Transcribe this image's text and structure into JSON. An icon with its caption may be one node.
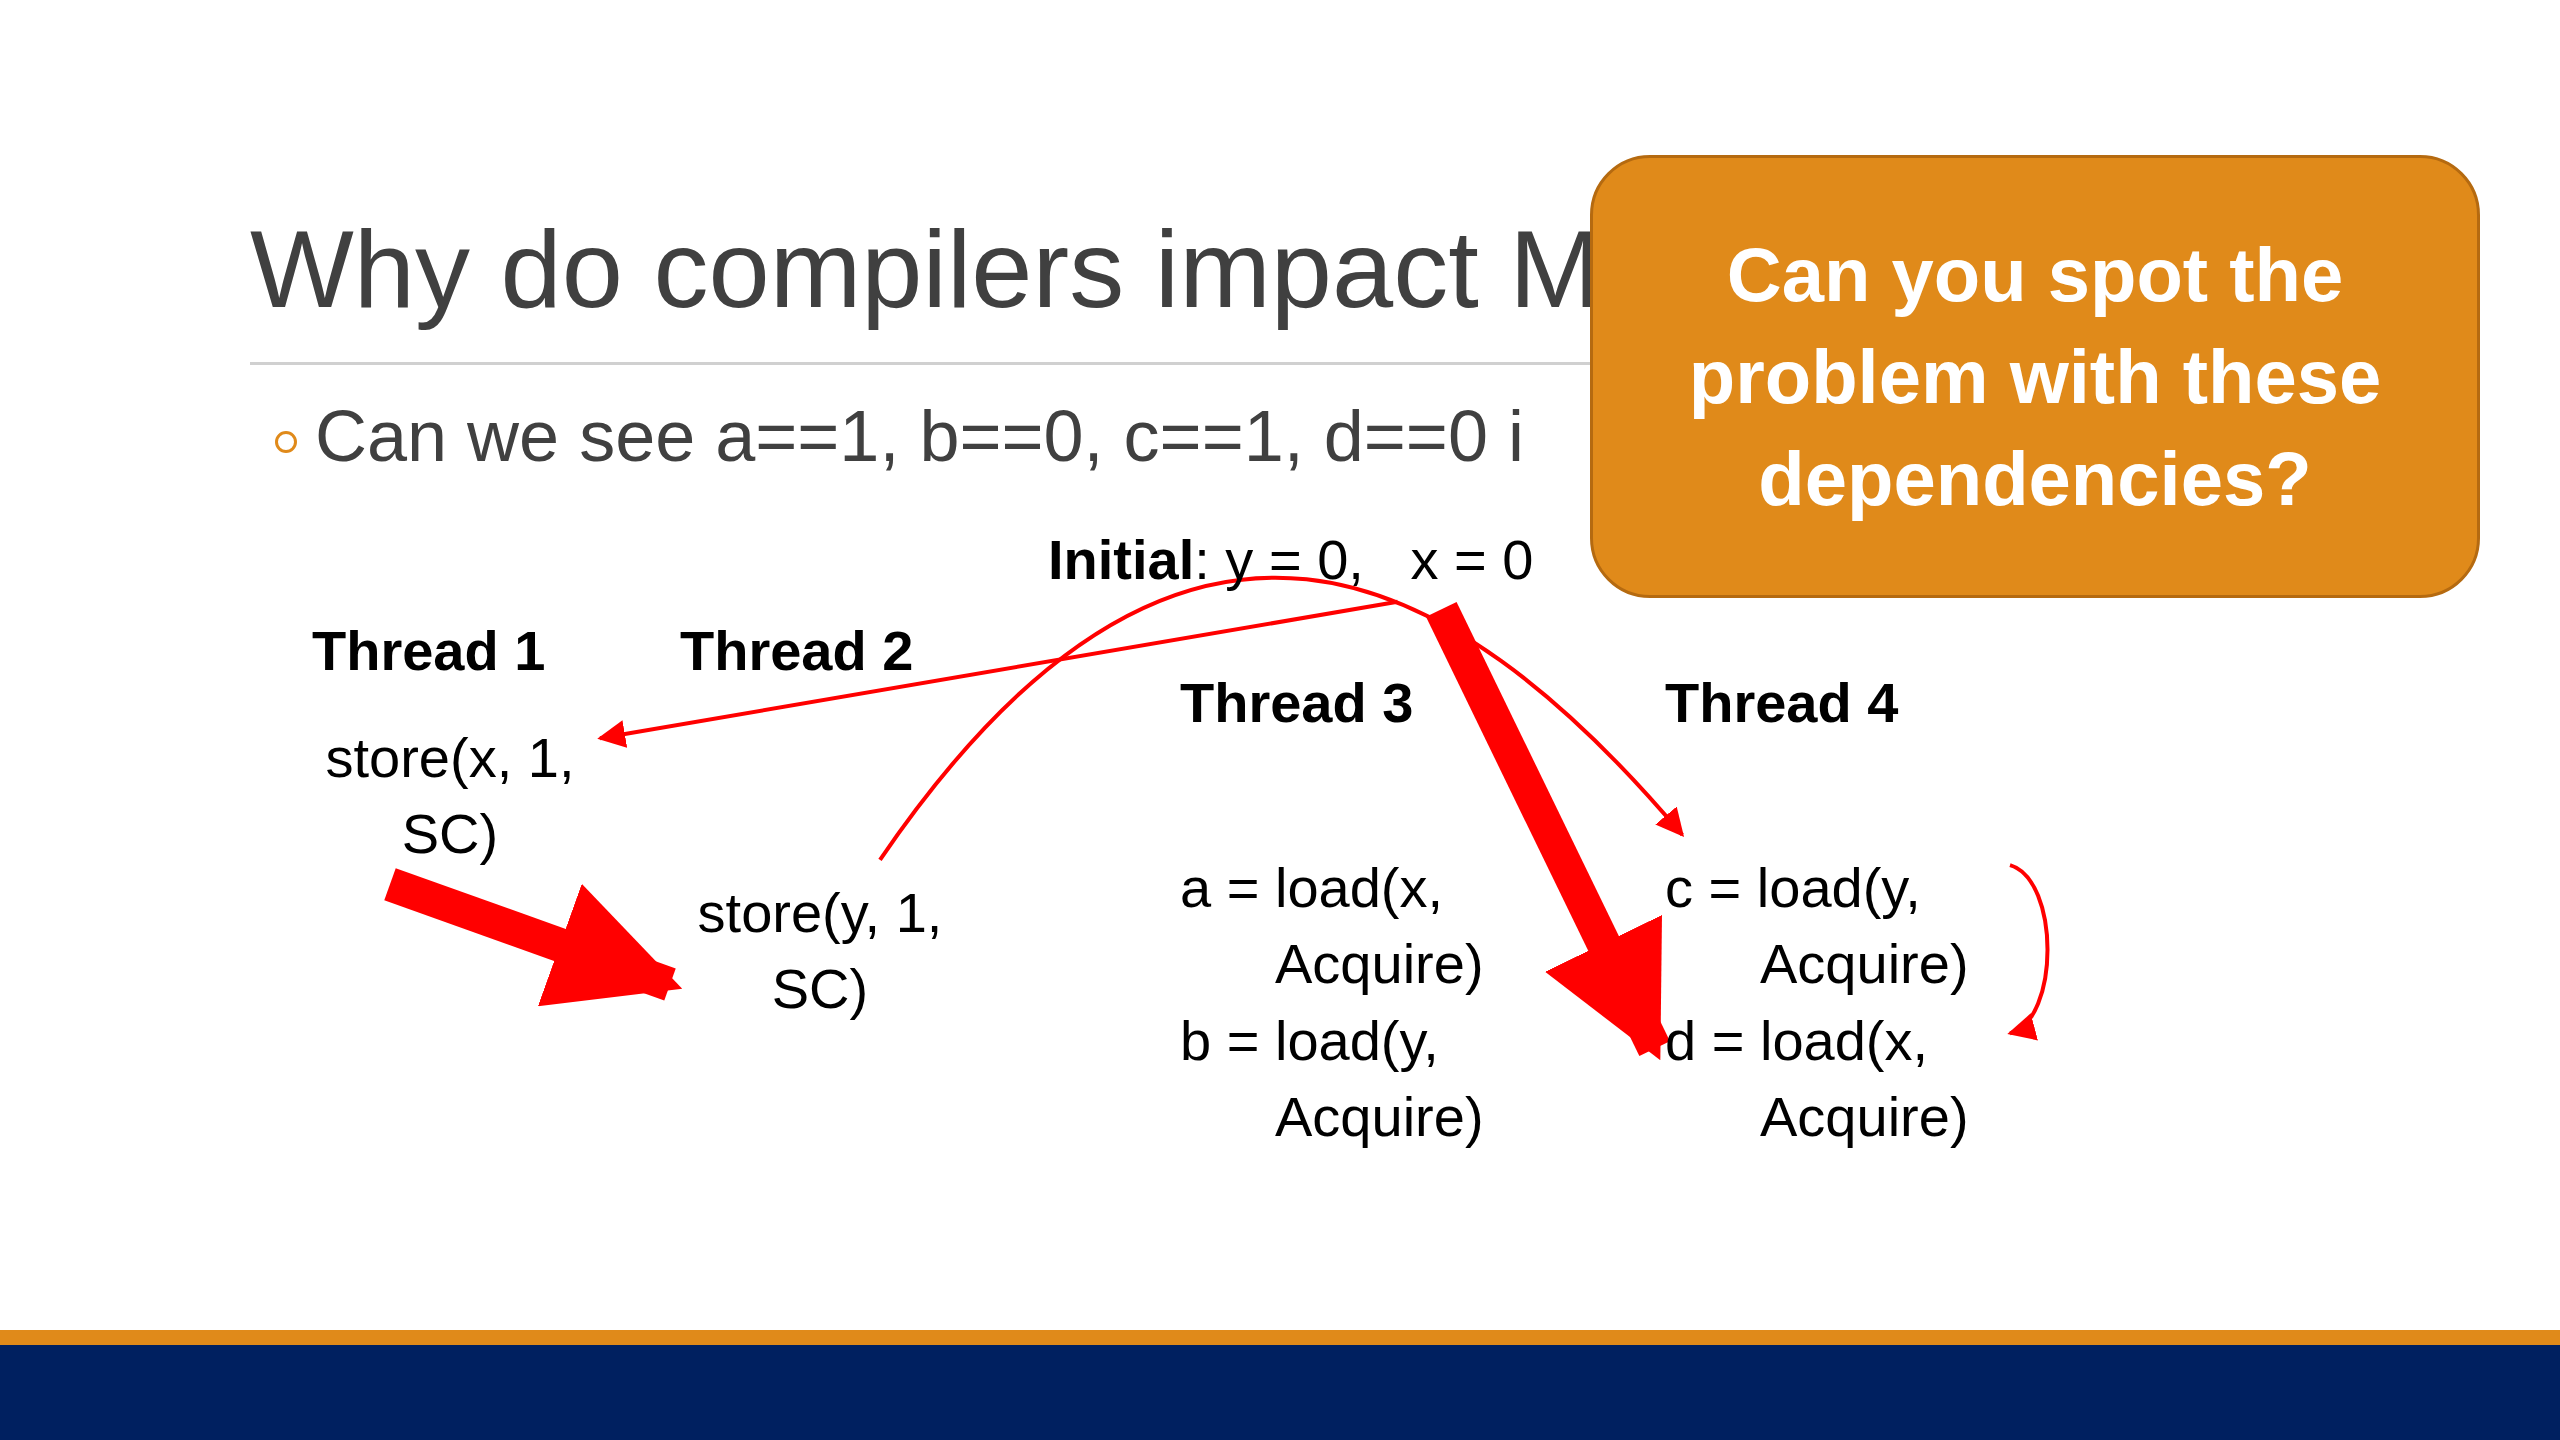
{
  "diagram": {
    "title": "Why do compilers impact M",
    "nodes": [
      {
        "text": [
          "Can you spot the problem with these dependencies?"
        ]
      },
      {
        "text": [
          "**Initial**: y = 0,   x = 0"
        ]
      },
      {
        "text": [
          "store(x, 1, SC)"
        ]
      },
      {
        "text": [
          "store(y, 1, SC)"
        ]
      },
      {
        "text": [
          "a = load(x, Acquire)"
        ]
      },
      {
        "text": [
          "b = load(y, Acquire)"
        ]
      },
      {
        "text": [
          "c = load(y, Acquire)"
        ]
      },
      {
        "text": [
          "d = load(x, Acquire)"
        ]
      }
    ],
    "edges": [
      {
        "from": 1,
        "to": 2,
        "arrow": "to"
      },
      {
        "from": 2,
        "to": 3,
        "arrow": "to",
        "style": "thick"
      },
      {
        "from": 3,
        "to": 6,
        "arrow": "to"
      },
      {
        "from": 1,
        "to": 7,
        "arrow": "to",
        "style": "thick"
      },
      {
        "from": 6,
        "to": 7,
        "arrow": "to"
      }
    ],
    "labels": [
      "Can we see a==1, b==0, c==1, d==0 i",
      "Thread 1",
      "Thread 2",
      "Thread 3",
      "Thread 4"
    ]
  }
}
